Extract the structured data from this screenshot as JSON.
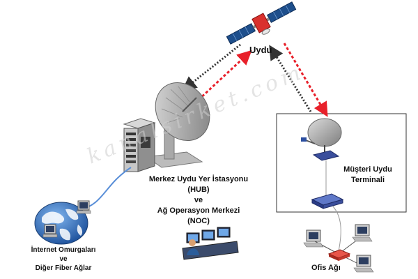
{
  "diagram": {
    "satellite_label": "Uydu",
    "hub_label": [
      "Merkez Uydu Yer İstasyonu",
      "(HUB)",
      "ve",
      "Ağ Operasyon Merkezi",
      "(NOC)"
    ],
    "terminal_label": [
      "Müşteri Uydu",
      "Terminali"
    ],
    "internet_label": [
      "İnternet Omurgaları",
      "ve",
      "Diğer Fiber Ağlar"
    ],
    "office_label": "Ofis Ağı",
    "watermark": "kanalsirket.com",
    "colors": {
      "uplink": "#e8202a",
      "downlink": "#333333",
      "satellite_panel": "#1e4f8c",
      "satellite_body": "#d9312e",
      "dish": "#a8a8a8",
      "terminal_box": "#3a4e9c",
      "router": "#d93a2e",
      "fiber_link": "#5a8fd8"
    },
    "icons": [
      "satellite-icon",
      "dish-antenna-icon",
      "server-rack-icon",
      "globe-icon",
      "operator-console-icon",
      "computer-icon",
      "router-icon",
      "modem-icon"
    ]
  }
}
